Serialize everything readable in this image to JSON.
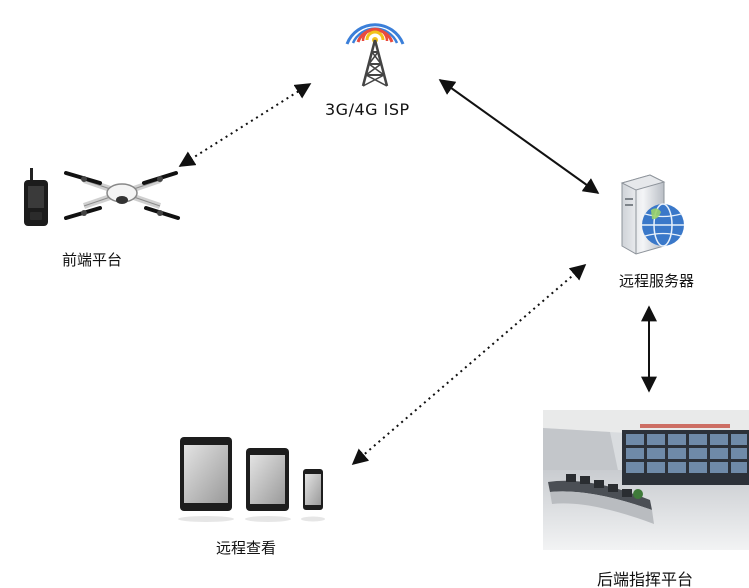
{
  "nodes": {
    "isp": {
      "label": "3G/4G ISP",
      "icon": "cell-tower-icon"
    },
    "front": {
      "label": "前端平台",
      "icons": [
        "handheld-terminal-icon",
        "drone-icon"
      ]
    },
    "server": {
      "label": "远程服务器",
      "icon": "web-server-icon"
    },
    "remote": {
      "label": "远程查看",
      "icons": [
        "tablet-large-icon",
        "tablet-small-icon",
        "phone-icon"
      ]
    },
    "back": {
      "label": "后端指挥平台",
      "icon": "command-center-photo"
    }
  },
  "links": [
    {
      "from": "front",
      "to": "isp",
      "style": "dotted",
      "arrows": "both"
    },
    {
      "from": "isp",
      "to": "server",
      "style": "solid",
      "arrows": "both"
    },
    {
      "from": "server",
      "to": "back",
      "style": "solid",
      "arrows": "both"
    },
    {
      "from": "server",
      "to": "remote",
      "style": "dotted",
      "arrows": "both"
    }
  ],
  "colors": {
    "signal_inner": "#f2c21b",
    "signal_mid": "#e94b3c",
    "signal_outer": "#3b7fd9",
    "tower": "#444444",
    "globe": "#3a78c9"
  }
}
